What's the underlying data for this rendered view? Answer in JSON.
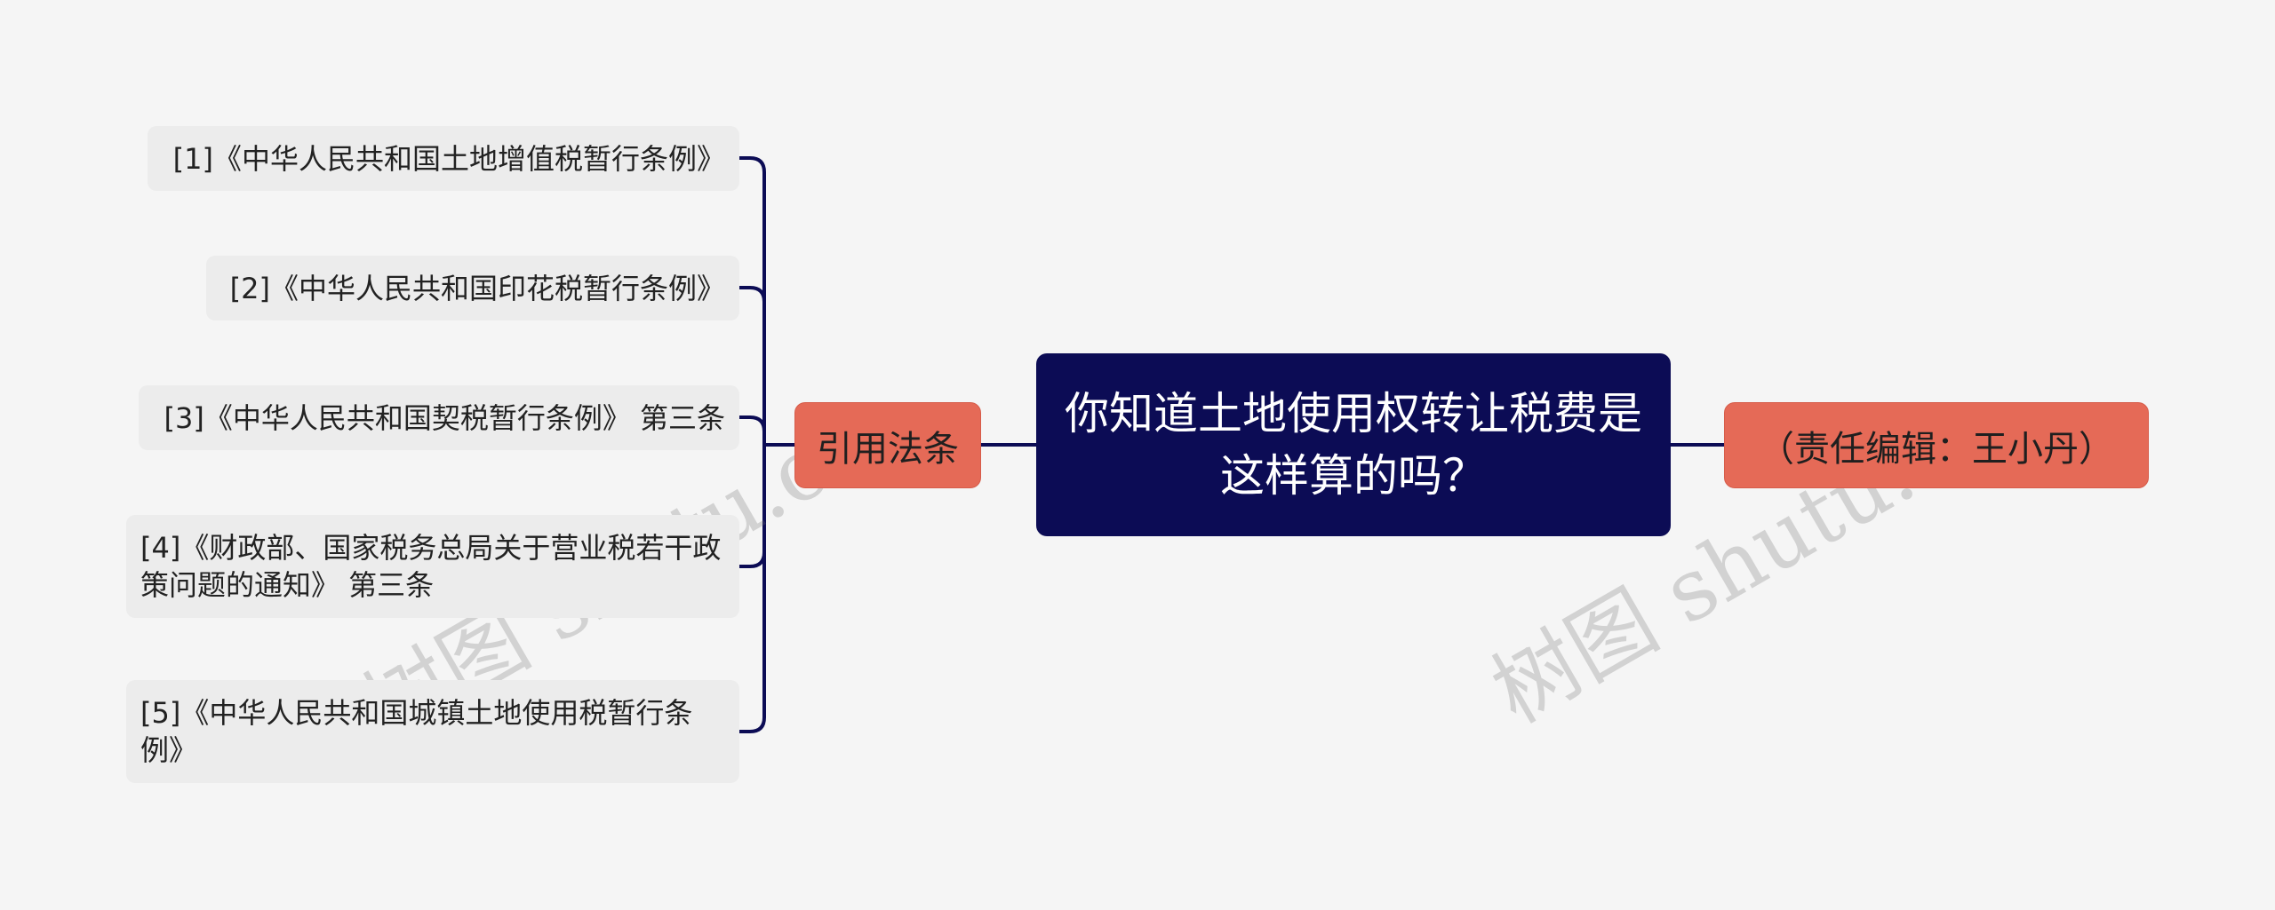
{
  "root": {
    "text": "你知道土地使用权转让税费是这样算的吗？"
  },
  "branches": {
    "left": {
      "label": "引用法条"
    },
    "right": {
      "label": "（责任编辑：王小丹）"
    }
  },
  "leaves": [
    {
      "text": "[1]《中华人民共和国土地增值税暂行条例》"
    },
    {
      "text": "[2]《中华人民共和国印花税暂行条例》"
    },
    {
      "text": "[3]《中华人民共和国契税暂行条例》 第三条"
    },
    {
      "text": "[4]《财政部、国家税务总局关于营业税若干政策问题的通知》 第三条"
    },
    {
      "text": "[5]《中华人民共和国城镇土地使用税暂行条例》"
    }
  ],
  "watermark": {
    "text": "树图 shutu.cn"
  },
  "colors": {
    "root": "#0c0c55",
    "branch": "#e56a57",
    "leaf": "#ececec",
    "line": "#0c0c55",
    "background": "#f5f5f5"
  }
}
